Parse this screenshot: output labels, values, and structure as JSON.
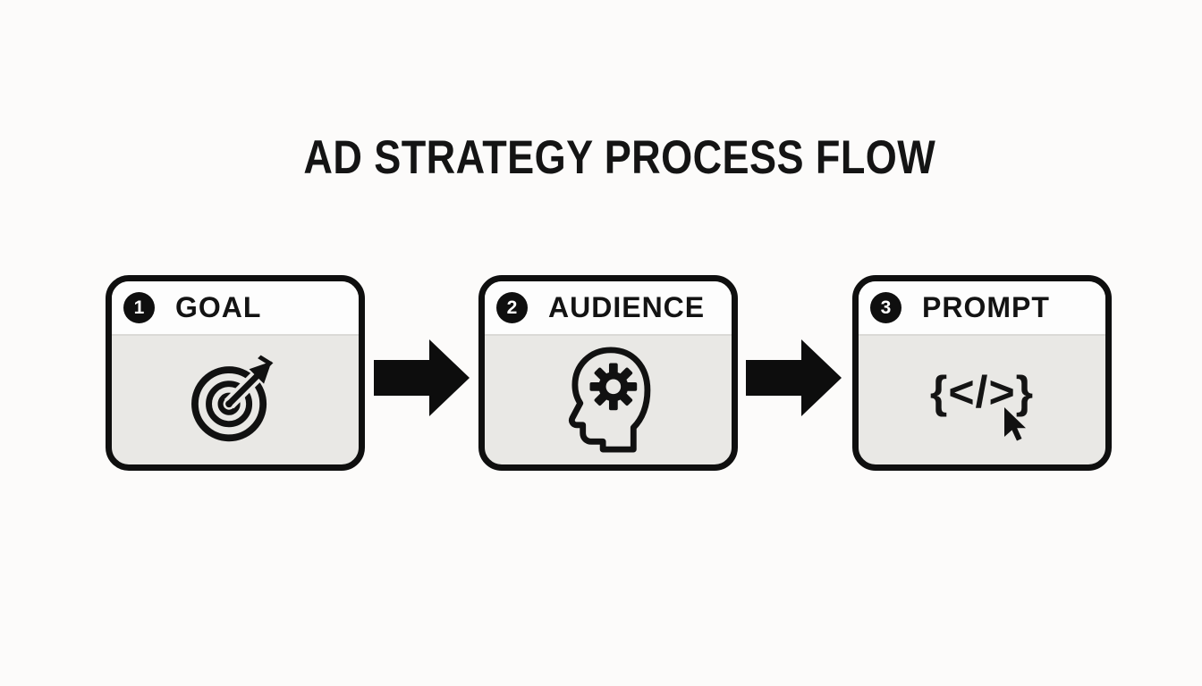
{
  "title": "AD STRATEGY PROCESS FLOW",
  "steps": [
    {
      "number": "1",
      "label": "GOAL",
      "icon": "target-arrow-icon"
    },
    {
      "number": "2",
      "label": "AUDIENCE",
      "icon": "head-gear-icon"
    },
    {
      "number": "3",
      "label": "PROMPT",
      "icon": "code-cursor-icon",
      "icon_text": "{</>}"
    }
  ],
  "connectors": [
    {
      "type": "arrow-right"
    },
    {
      "type": "arrow-right"
    }
  ],
  "colors": {
    "ink": "#0f0f0f",
    "card_header": "#fdfdfd",
    "card_body": "#e9e8e5",
    "background": "#fcfbfa"
  }
}
